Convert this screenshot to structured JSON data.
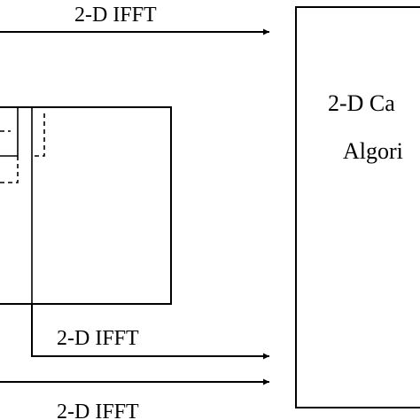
{
  "labels": {
    "top_arrow": "2-D IFFT",
    "middle_arrow": "2-D IFFT",
    "bottom_arrow": "2-D IFFT",
    "box_line1": "2-D Ca",
    "box_line2": "Algori"
  },
  "colors": {
    "stroke": "#000000",
    "background": "#ffffff"
  }
}
